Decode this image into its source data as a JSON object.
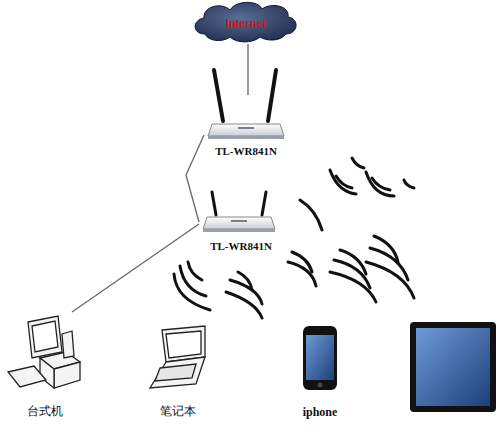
{
  "diagram": {
    "nodes": [
      {
        "text": [
          "Internet"
        ]
      },
      {
        "text": [
          "TL-WR841N"
        ]
      },
      {
        "text": [
          "TL-WR841N"
        ]
      },
      {
        "text": [
          "台式机"
        ]
      },
      {
        "text": [
          "笔记本"
        ]
      },
      {
        "text": [
          "iphone"
        ]
      }
    ],
    "edges": [
      {
        "from": 0,
        "to": 1,
        "arrow": "none"
      },
      {
        "from": 1,
        "to": 2,
        "arrow": "none"
      },
      {
        "from": 2,
        "to": 3,
        "arrow": "none"
      }
    ]
  }
}
